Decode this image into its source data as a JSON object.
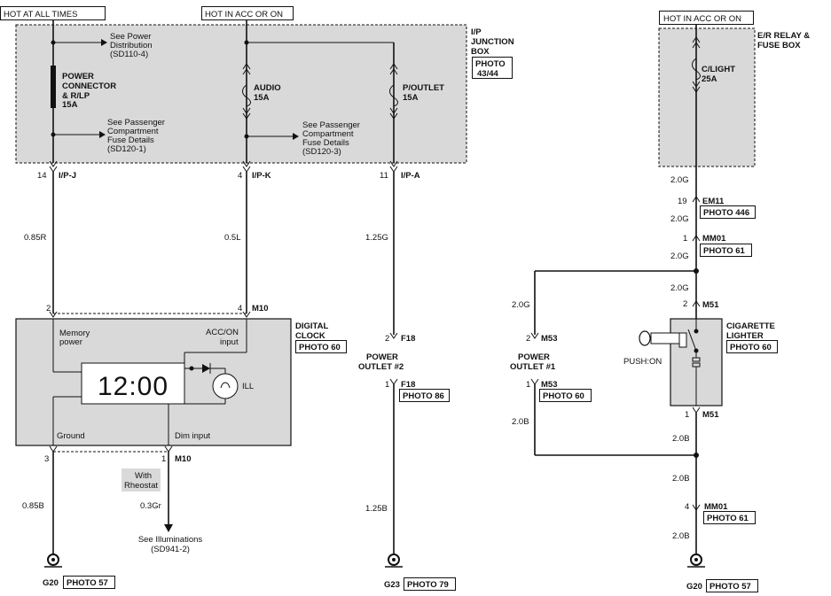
{
  "sources": {
    "hot_at_all_times": "HOT AT ALL TIMES",
    "hot_in_acc_left": "HOT IN ACC OR ON",
    "hot_in_acc_right": "HOT IN ACC OR ON"
  },
  "junction_box": {
    "title1": "I/P",
    "title2": "JUNCTION",
    "title3": "BOX",
    "photo1": "PHOTO",
    "photo2": "43/44",
    "power_dist1": "See Power",
    "power_dist2": "Distribution",
    "power_dist3": "(SD110-4)",
    "power_conn1": "POWER",
    "power_conn2": "CONNECTOR",
    "power_conn3": "& R/LP",
    "power_conn4": "15A",
    "pass_left1": "See Passenger",
    "pass_left2": "Compartment",
    "pass_left3": "Fuse Details",
    "pass_left4": "(SD120-1)",
    "audio1": "AUDIO",
    "audio2": "15A",
    "pass_mid1": "See Passenger",
    "pass_mid2": "Compartment",
    "pass_mid3": "Fuse Details",
    "pass_mid4": "(SD120-3)",
    "poutlet1": "P/OUTLET",
    "poutlet2": "15A"
  },
  "connectors": {
    "ipj_pin": "14",
    "ipj": "I/P-J",
    "ipk_pin": "4",
    "ipk": "I/P-K",
    "ipa_pin": "11",
    "ipa": "I/P-A",
    "m10_top_pin_left": "2",
    "m10_top_pin_right": "4",
    "m10_top": "M10",
    "m10_bot_pin_left": "3",
    "m10_bot_pin_right": "1",
    "m10_bot": "M10",
    "f18_top_pin": "2",
    "f18_top": "F18",
    "f18_bot_pin": "1",
    "f18_bot": "F18",
    "f18_photo": "PHOTO 86",
    "m53_top_pin": "2",
    "m53_top": "M53",
    "m53_bot_pin": "1",
    "m53_bot": "M53",
    "m53_photo": "PHOTO 60",
    "em11_pin": "19",
    "em11": "EM11",
    "em11_photo": "PHOTO 446",
    "mm01_top_pin": "1",
    "mm01_top": "MM01",
    "mm01_top_photo": "PHOTO 61",
    "m51_top_pin": "2",
    "m51_top": "M51",
    "m51_bot_pin": "1",
    "m51_bot": "M51",
    "mm01_bot_pin": "4",
    "mm01_bot": "MM01",
    "mm01_bot_photo": "PHOTO 61"
  },
  "wires": {
    "w1": "0.85R",
    "w2": "0.5L",
    "w3": "1.25G",
    "w4": "0.85B",
    "w5": "0.3Gr",
    "w6": "1.25B",
    "w7": "2.0G",
    "w8": "2.0B",
    "r1": "2.0G",
    "r2": "2.0G",
    "r3": "2.0G",
    "r4": "2.0G",
    "r5": "2.0B",
    "r6": "2.0B",
    "r7": "2.0B"
  },
  "clock": {
    "title1": "DIGITAL",
    "title2": "CLOCK",
    "photo": "PHOTO 60",
    "memory1": "Memory",
    "memory2": "power",
    "acc1": "ACC/ON",
    "acc2": "input",
    "display": "12:00",
    "ill": "ILL",
    "ground": "Ground",
    "dim": "Dim input"
  },
  "rheostat": {
    "with": "With",
    "rheostat": "Rheostat",
    "see1": "See Illuminations",
    "see2": "(SD941-2)"
  },
  "outlet2": {
    "line1": "POWER",
    "line2": "OUTLET #2"
  },
  "outlet1": {
    "line1": "POWER",
    "line2": "OUTLET #1"
  },
  "er_relay": {
    "title1": "E/R RELAY &",
    "title2": "FUSE BOX",
    "fuse1": "C/LIGHT",
    "fuse2": "25A"
  },
  "lighter": {
    "title1": "CIGARETTE",
    "title2": "LIGHTER",
    "photo": "PHOTO 60",
    "push": "PUSH:ON"
  },
  "grounds": {
    "g1": "G20",
    "g1_photo": "PHOTO 57",
    "g2": "G23",
    "g2_photo": "PHOTO 79",
    "g3": "G20",
    "g3_photo": "PHOTO 57"
  }
}
